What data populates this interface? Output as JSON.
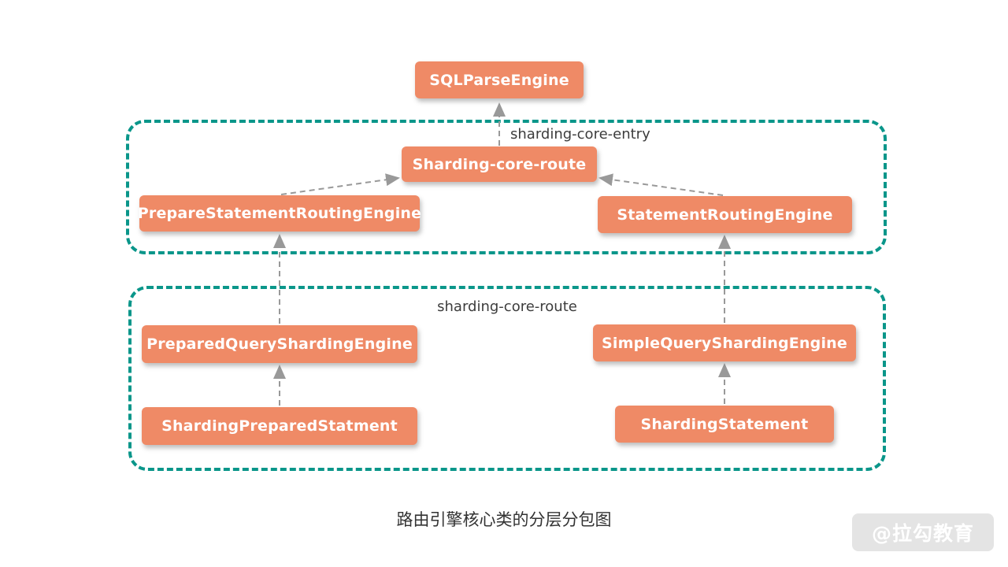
{
  "diagram": {
    "caption": "路由引擎核心类的分层分包图",
    "watermark": "@拉勾教育",
    "colors": {
      "node_fill": "#ef8a66",
      "node_text": "#ffffff",
      "container_border": "#0a968a",
      "arrow": "#999999",
      "background": "#ffffff"
    },
    "nodes": {
      "sql_parse_engine": "SQLParseEngine",
      "sharding_core_route_node": "Sharding-core-route",
      "prepare_statement_routing_engine": "PrepareStatementRoutingEngine",
      "statement_routing_engine": "StatementRoutingEngine",
      "prepared_query_sharding_engine": "PreparedQueryShardingEngine",
      "simple_query_sharding_engine": "SimpleQueryShardingEngine",
      "sharding_prepared_statment": "ShardingPreparedStatment",
      "sharding_statement": "ShardingStatement"
    },
    "containers": {
      "entry": "sharding-core-entry",
      "route": "sharding-core-route"
    },
    "connections": [
      {
        "from": "Sharding-core-route",
        "to": "SQLParseEngine",
        "style": "dashed-arrow"
      },
      {
        "from": "PrepareStatementRoutingEngine",
        "to": "Sharding-core-route",
        "style": "dashed-arrow"
      },
      {
        "from": "StatementRoutingEngine",
        "to": "Sharding-core-route",
        "style": "dashed-arrow"
      },
      {
        "from": "PreparedQueryShardingEngine",
        "to": "PrepareStatementRoutingEngine",
        "style": "dashed-arrow"
      },
      {
        "from": "SimpleQueryShardingEngine",
        "to": "StatementRoutingEngine",
        "style": "dashed-arrow"
      },
      {
        "from": "ShardingPreparedStatment",
        "to": "PreparedQueryShardingEngine",
        "style": "dashed-arrow"
      },
      {
        "from": "ShardingStatement",
        "to": "SimpleQueryShardingEngine",
        "style": "dashed-arrow"
      }
    ]
  }
}
